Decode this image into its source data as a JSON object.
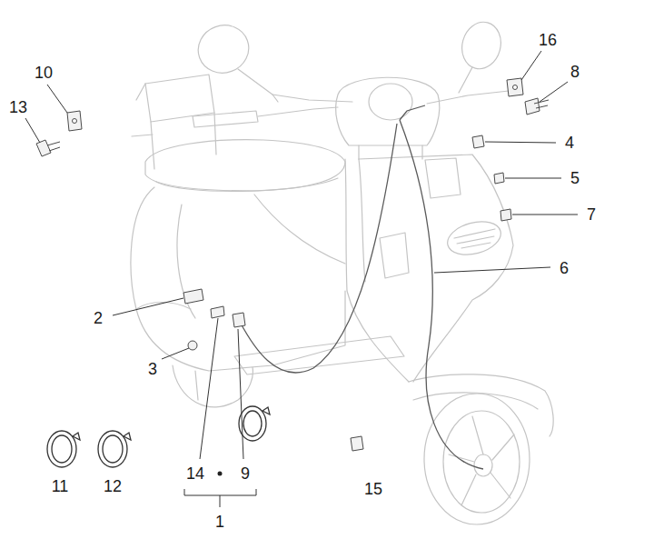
{
  "diagram": {
    "labels": [
      "16",
      "10",
      "8",
      "13",
      "4",
      "5",
      "7",
      "6",
      "2",
      "3",
      "14",
      "9",
      "1",
      "11",
      "12",
      "15"
    ]
  }
}
